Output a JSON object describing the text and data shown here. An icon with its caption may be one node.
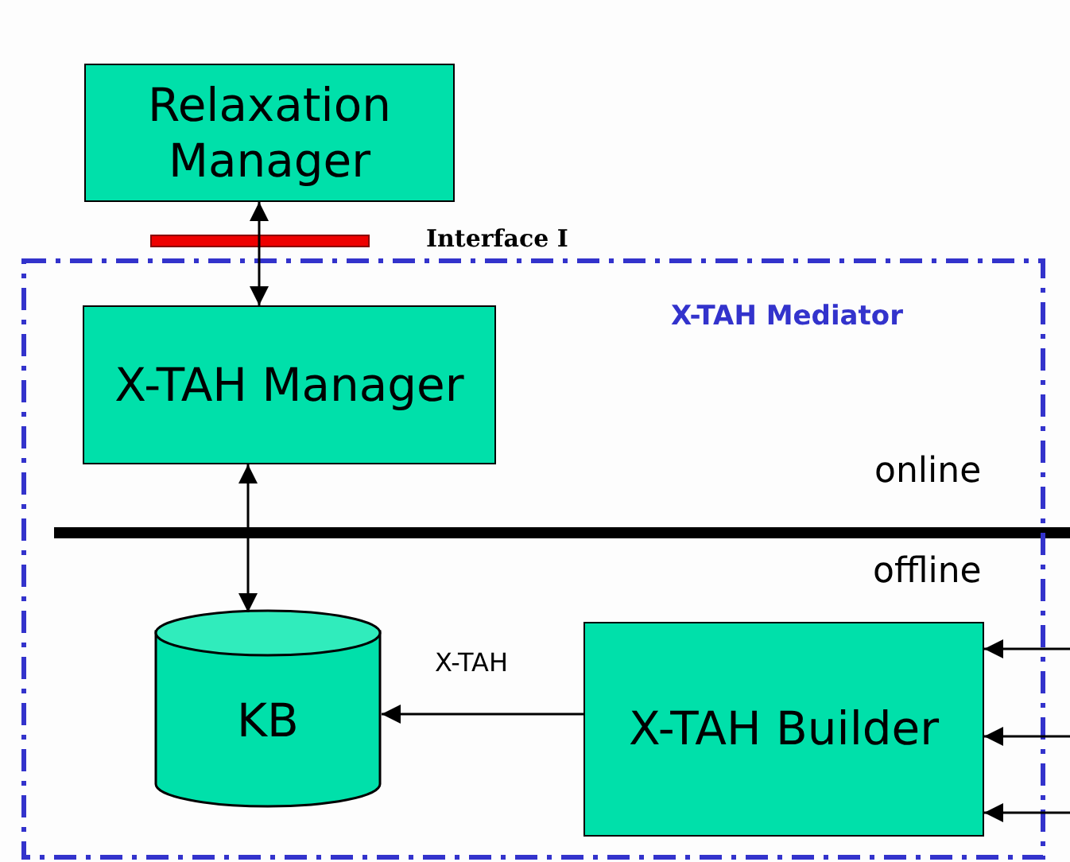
{
  "diagram": {
    "nodes": [
      {
        "text": [
          "Relaxation Manager"
        ]
      },
      {
        "text": [
          "X-TAH Mediator"
        ]
      },
      {
        "text": [
          "X-TAH Manager"
        ],
        "in": 1
      },
      {
        "text": [
          "KB"
        ],
        "in": 1
      },
      {
        "text": [
          "X-TAH Builder"
        ],
        "in": 1
      }
    ],
    "edges": [
      {
        "from": 0,
        "to": 2,
        "arrow": "both"
      },
      {
        "from": 2,
        "to": 3,
        "arrow": "both"
      },
      {
        "from": 4,
        "to": 3,
        "arrow": "to",
        "label": "X-TAH"
      },
      {
        "from": null,
        "to": 4,
        "arrow": "to"
      },
      {
        "from": null,
        "to": 4,
        "arrow": "to"
      },
      {
        "from": null,
        "to": 4,
        "arrow": "to"
      }
    ],
    "labels": [
      "Interface I",
      "online",
      "offline"
    ]
  }
}
